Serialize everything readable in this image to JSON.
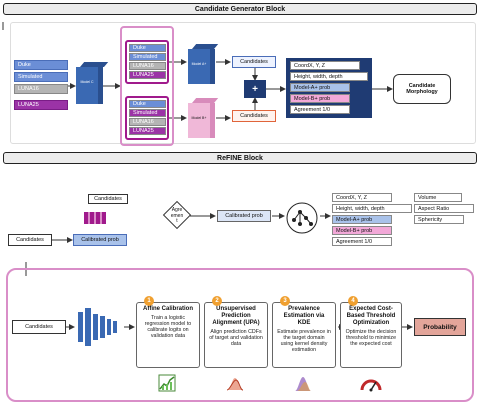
{
  "headers": {
    "top": "Candidate Generator Block",
    "middle": "ReFINE Block"
  },
  "cg": {
    "left_inputs": [
      "Duke",
      "Simulated",
      "LUNA16",
      "LUNA25"
    ],
    "model_c_label": "Model C",
    "group_a": [
      "Duke",
      "Simulated",
      "LUNA16",
      "LUNA25"
    ],
    "group_b": [
      "Duke",
      "Simulated",
      "LUNA16",
      "LUNA25"
    ],
    "model_a_label": "Model A+",
    "model_b_label": "Model B+",
    "candidates_top": "Candidates",
    "candidates_bottom": "Candidates",
    "plus": "+",
    "features": [
      "CoordX, Y, Z",
      "Height, width, depth",
      "Model-A+ prob",
      "Model-B+ prob",
      "Agreement 1/0"
    ],
    "morphology": "Candidate Morphology"
  },
  "refine": {
    "candidates_top": "Candidates",
    "candidates_left": "Candidates",
    "calibrated_prob_left": "Calibrated prob",
    "agreement_lines": [
      "Agre",
      "emen",
      "t"
    ],
    "calibrated_prob_mid": "Calibrated prob",
    "features_left": [
      "CoordX, Y, Z",
      "Height, width, depth",
      "Model-A+ prob",
      "Model-B+ prob",
      "Agreement 1/0"
    ],
    "features_right": [
      "Volume",
      "Aspect Ratio",
      "Sphericity"
    ]
  },
  "pipeline": {
    "candidates": "Candidates",
    "steps": [
      {
        "num": "1",
        "title": "Affine Calibration",
        "desc": "Train a logistic regression model to calibrate logits on validation data"
      },
      {
        "num": "2",
        "title": "Unsupervised Prediction Alignment (UPA)",
        "desc": "Align prediction CDFs of target and validation data"
      },
      {
        "num": "3",
        "title": "Prevalence Estimation via KDE",
        "desc": "Estimate prevalence in the target domain using kernel density estimation"
      },
      {
        "num": "4",
        "title": "Expected Cost-Based Threshold Optimization",
        "desc": "Optimize the decision threshold to minimize the expected cost"
      }
    ],
    "probability": "Probability"
  },
  "colors": {
    "pink_border": "#d98ec8",
    "magenta_border": "#a01a8c",
    "model_blue": "#3a69b3",
    "model_pink": "#f0b8d8",
    "chip_blue": "#6b8ed6",
    "chip_gray": "#b4b4b4",
    "chip_purple": "#9b33a6",
    "feature_blue": "#a9c2ea",
    "feature_pink": "#f2a8d8",
    "orange": "#f0a030",
    "navy": "#1f3b73",
    "prob_box": "#e3a59a"
  }
}
